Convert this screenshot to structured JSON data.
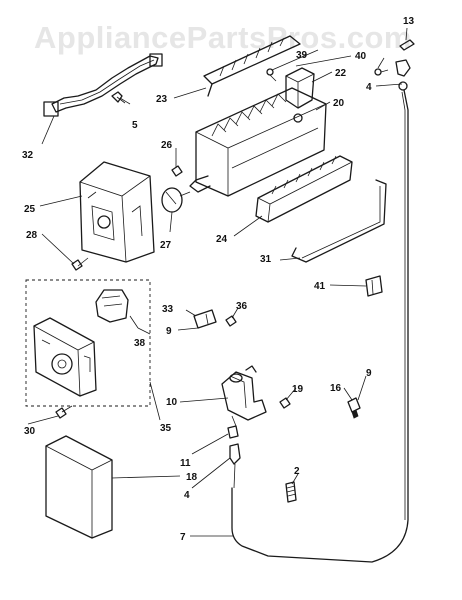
{
  "watermark": "AppliancePartsPros.com",
  "callouts": {
    "c2": "2",
    "c4a": "4",
    "c4b": "4",
    "c5": "5",
    "c7": "7",
    "c9a": "9",
    "c9b": "9",
    "c10": "10",
    "c11": "11",
    "c13": "13",
    "c16": "16",
    "c18": "18",
    "c19": "19",
    "c20": "20",
    "c22": "22",
    "c23": "23",
    "c24": "24",
    "c25": "25",
    "c26": "26",
    "c27": "27",
    "c28": "28",
    "c30": "30",
    "c31": "31",
    "c32": "32",
    "c33": "33",
    "c35": "35",
    "c36": "36",
    "c38": "38",
    "c39": "39",
    "c40": "40",
    "c41": "41"
  }
}
